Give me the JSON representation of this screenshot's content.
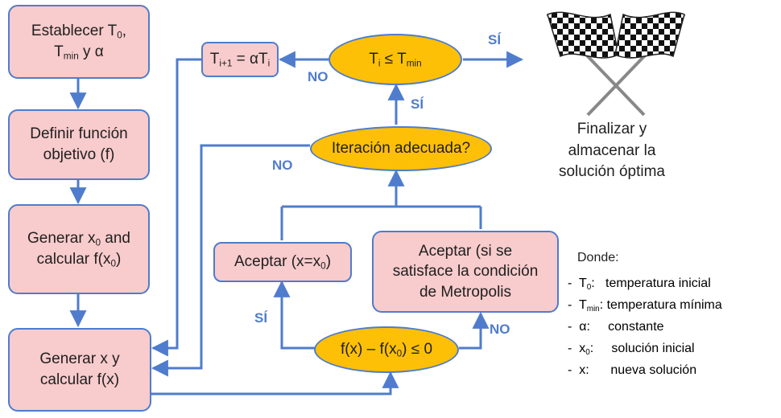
{
  "boxes": {
    "establish": {
      "pre": "Establecer T",
      "sub": "0",
      "post": ",",
      "line2_pre": "T",
      "line2_sub": "min",
      "line2_post": " y α"
    },
    "define": {
      "line1": "Definir función",
      "line2": "objetivo (f)"
    },
    "generate_x0": {
      "pre": "Generar x",
      "sub": "0",
      "post": " and",
      "line2_pre": "calcular f(x",
      "line2_sub": "0",
      "line2_post": ")"
    },
    "generate_x": {
      "line1": "Generar x y",
      "line2": "calcular f(x)"
    },
    "update_temp": {
      "a": "T",
      "a_sub": "i+1",
      "b": " = αT",
      "b_sub": "i"
    },
    "accept": {
      "pre": "Aceptar (x=x",
      "sub": "0",
      "post": ")"
    },
    "accept_metropolis": {
      "line1": "Aceptar  (si se",
      "line2": "satisface la condición",
      "line3": "de Metropolis"
    }
  },
  "decisions": {
    "temp_check": {
      "a": "T",
      "a_sub": "i",
      "b": " ≤ T",
      "b_sub": "min"
    },
    "iteration": {
      "text": "Iteración adecuada?"
    },
    "compare": {
      "pre": "f(x) – f(x",
      "sub": "0",
      "post": ") ≤ 0"
    }
  },
  "labels": {
    "si_top": "SÍ",
    "no_temp": "NO",
    "si_iter": "SÍ",
    "no_iter": "NO",
    "si_compare": "SÍ",
    "no_compare": "NO"
  },
  "finish": {
    "line1": "Finalizar y",
    "line2": "almacenar la",
    "line3": "solución óptima",
    "icon": "checkered-flags"
  },
  "legend": {
    "title": "Donde:",
    "items": [
      {
        "sym": "T",
        "sub": "0",
        "sep": ":",
        "desc": "temperatura inicial"
      },
      {
        "sym": "T",
        "sub": "min",
        "sep": ":",
        "desc": "temperatura mínima"
      },
      {
        "sym": "α",
        "sub": "",
        "sep": ":",
        "desc": "constante"
      },
      {
        "sym": "x",
        "sub": "0",
        "sep": ":",
        "desc": "solución inicial"
      },
      {
        "sym": "x",
        "sub": "",
        "sep": ":",
        "desc": "nueva solución"
      }
    ]
  },
  "colors": {
    "box_fill": "#f8cbcc",
    "oval_fill": "#fec007",
    "line": "#4f7ccc"
  }
}
